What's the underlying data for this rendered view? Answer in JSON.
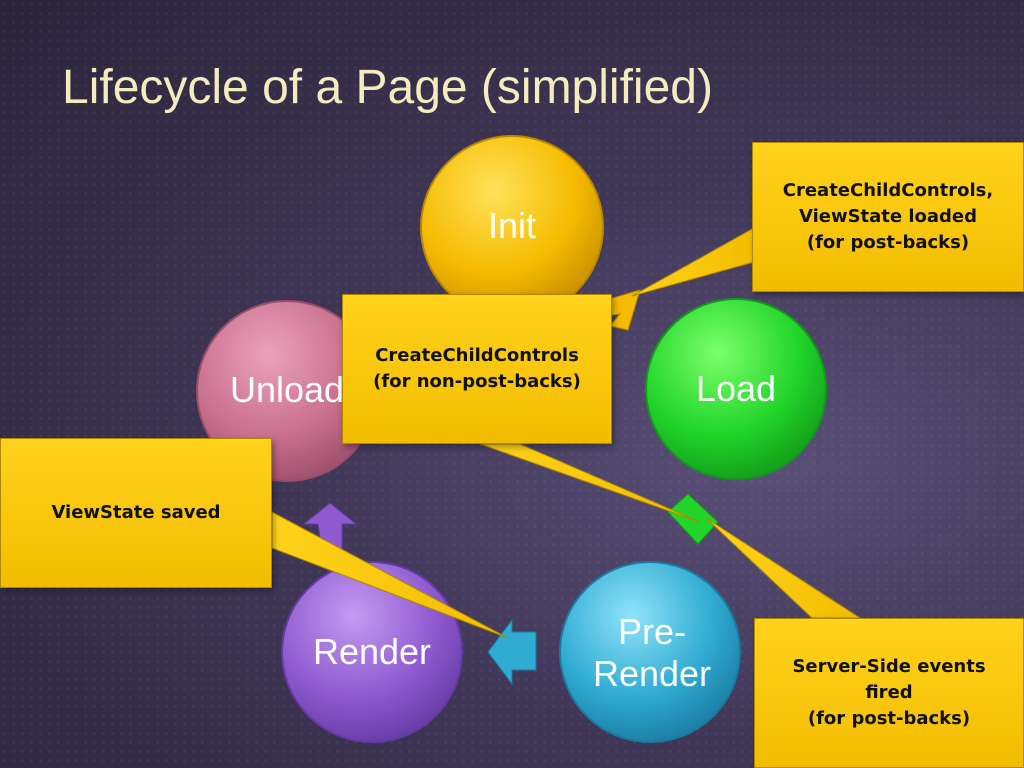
{
  "slide": {
    "title": "Lifecycle of a Page (simplified)"
  },
  "stages": {
    "init": "Init",
    "load": "Load",
    "prerender_line1": "Pre-",
    "prerender_line2": "Render",
    "render": "Render",
    "unload": "Unload"
  },
  "callouts": {
    "createchild_postback": "CreateChildControls,\nViewState loaded\n(for post-backs)",
    "createchild_nonpostback": "CreateChildControls\n(for non-post-backs)",
    "viewstate_saved": "ViewState saved",
    "server_events": "Server-Side events\nfired\n(for post-backs)"
  },
  "colors": {
    "init": "#f2b800",
    "load": "#22d32a",
    "prerender": "#2ca9cf",
    "render": "#8f5ad0",
    "unload": "#c9708f",
    "callout": "#ffcc00",
    "title": "#f3ecbf"
  }
}
